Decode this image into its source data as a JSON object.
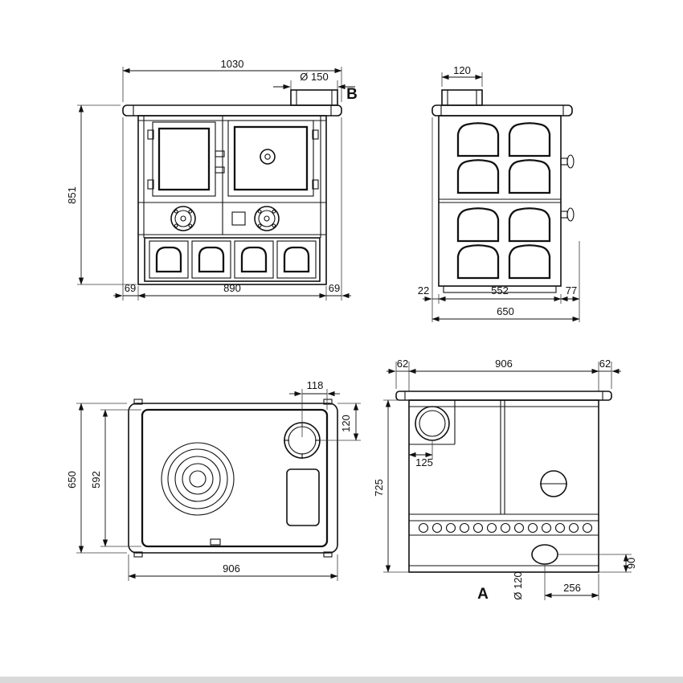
{
  "views": {
    "front": {
      "label": "B",
      "width_total": "1030",
      "flue_diameter": "Ø 150",
      "height": "851",
      "overhang_left": "69",
      "body_width": "890",
      "overhang_right": "69"
    },
    "side": {
      "flue_width": "120",
      "front_overhang": "22",
      "body_depth": "552",
      "rear_overhang": "77",
      "depth_total": "650"
    },
    "top": {
      "flue_offset_right": "118",
      "flue_offset_rear": "120",
      "depth_total": "650",
      "plate_depth": "592",
      "width": "906"
    },
    "rear": {
      "label": "A",
      "overhang_left": "62",
      "body_width": "906",
      "overhang_right": "62",
      "flue_offset": "125",
      "body_height": "725",
      "outlet_height": "90",
      "outlet_diameter": "Ø 120",
      "outlet_offset": "256"
    }
  }
}
